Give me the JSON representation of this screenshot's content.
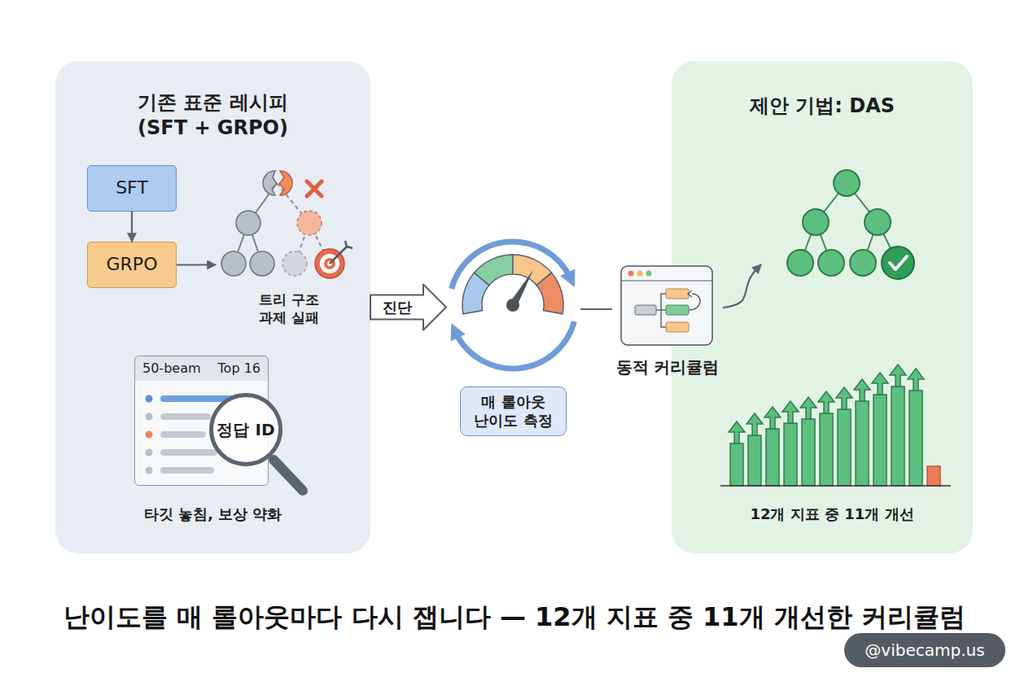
{
  "diagram": {
    "caption": "난이도를 매 롤아웃마다 다시 잽니다 — 12개 지표 중 11개 개선한 커리큘럼",
    "nodes": [
      {
        "text": [
          "기존 표준 레시피 (SFT + GRPO)"
        ]
      },
      {
        "text": [
          "SFT"
        ],
        "in": 0
      },
      {
        "text": [
          "GRPO"
        ],
        "in": 0
      },
      {
        "text": [
          "트리 구조 과제 실패"
        ],
        "in": 0
      },
      {
        "text": [
          "50-beam",
          "Top 16"
        ],
        "in": 0
      },
      {
        "text": [
          "정답 ID"
        ],
        "in": 0
      },
      {
        "text": [
          "매 롤아웃 난이도 측정"
        ]
      },
      {
        "text": [
          "동적 커리큘럼"
        ]
      },
      {
        "text": [
          "제안 기법: DAS"
        ]
      },
      {
        "text": [
          "12개 지표 중 11개 개선"
        ],
        "in": 8
      }
    ],
    "edges": [
      {
        "from": 1,
        "to": 2,
        "arrow": "to"
      },
      {
        "from": 2,
        "to": 3,
        "arrow": "to"
      },
      {
        "from": 0,
        "to": 6,
        "label": "진단",
        "arrow": "to"
      },
      {
        "from": 6,
        "to": 7,
        "arrow": "none"
      },
      {
        "from": 7,
        "to": 9,
        "arrow": "to"
      }
    ],
    "labels": [
      "타깃 놓침, 보상 약화",
      "@vibecamp.us"
    ]
  }
}
